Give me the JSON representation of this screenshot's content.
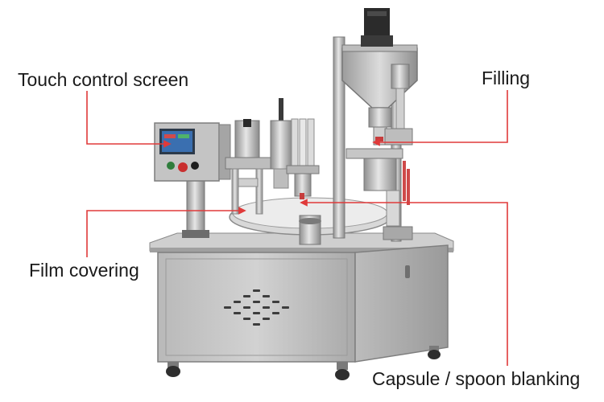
{
  "labels": {
    "touch_control_screen": "Touch control screen",
    "filling": "Filling",
    "film_covering": "Film covering",
    "capsule_spoon_blanking": "Capsule / spoon blanking"
  },
  "colors": {
    "callout_line": "#e03a3a",
    "steel_light": "#c9c9c9",
    "steel_mid": "#a7a7a7",
    "steel_dark": "#6f6f6f",
    "motor_black": "#2b2b2b",
    "screen_blue": "#3a6fb0"
  }
}
